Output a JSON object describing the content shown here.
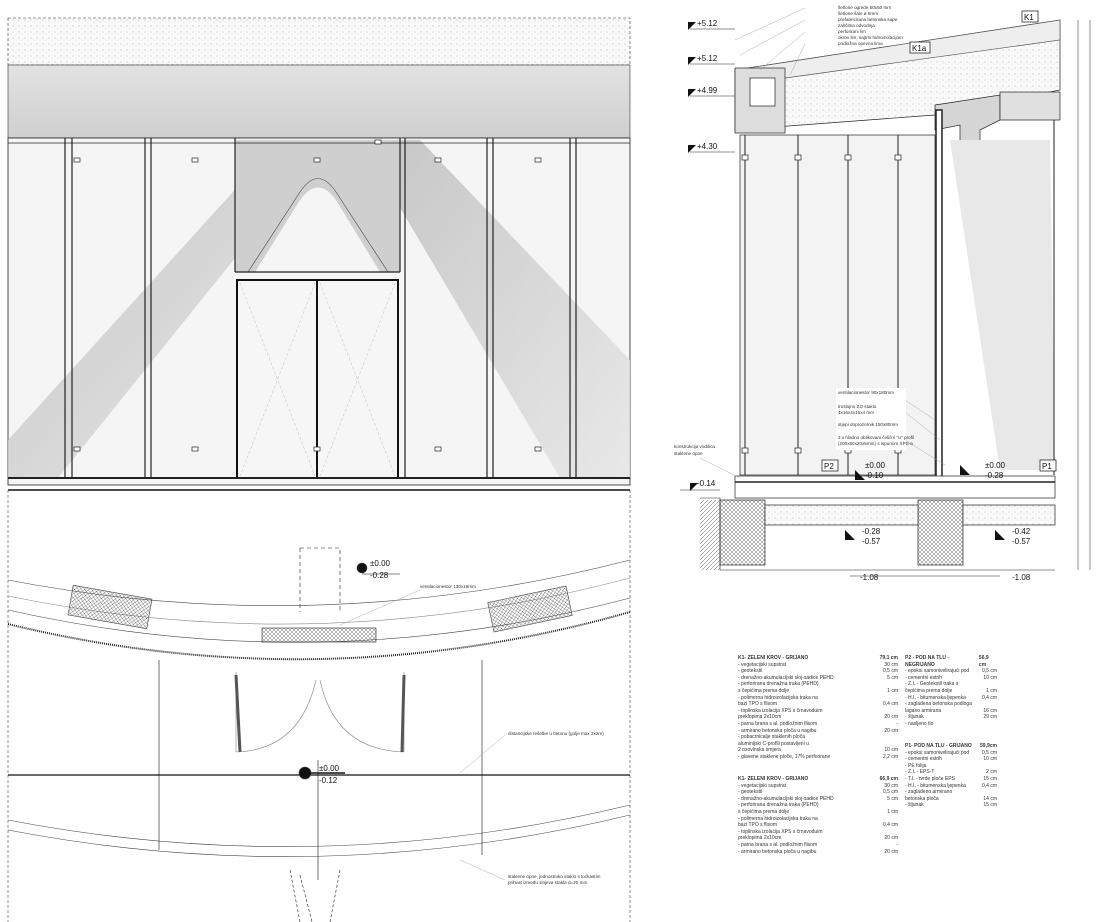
{
  "elevation": {
    "title": "facade elevation"
  },
  "section": {
    "levels": [
      "+5.12",
      "+5.12",
      "+4.99",
      "+4.30",
      "-0.14",
      "±0.00",
      "-0.10",
      "±0.00",
      "-0.28",
      "-0.28",
      "-0.57",
      "-0.42",
      "-0.57",
      "-1.08",
      "-1.08"
    ],
    "tags": [
      "K1",
      "K1a",
      "P2",
      "P1"
    ],
    "roof_notes": [
      "šetlone ogrede 50x50 mm",
      "šetlone šale ø 5mm",
      "prefabricirana betonska sape",
      "zaščitna odvodnja",
      "perforirani lim",
      "okrov lim, sajtrni hidroizolacijom",
      "podložna opevna lima"
    ],
    "wall_notes": [
      "ventilacionestor 90x180mm",
      "troslojno ZO staklo",
      "4x16x4x16x4 mm",
      "stjepi doprozornik 150x80mm",
      "2 x hladno oblikovani čelični \"U\" profil",
      "(200x80x20x5mm) s ispunom XPS-a",
      "konstrukcija vodilica",
      "staklene opne"
    ]
  },
  "plan": {
    "levels": [
      "±0.00",
      "-0.28",
      "±0.00",
      "-0.12"
    ],
    "notes": [
      "ventilacionestor 130x18mm",
      "distancijske rešetke u betonu (golje max 2x2m)",
      "staklene opne, jednostruko staklo s toćkastim",
      "prihvat između slojeva stakla d=20 mm"
    ]
  },
  "tables": [
    {
      "title": "K1- ZELENI KROV - GRIJANO",
      "total": "79,1 cm",
      "rows": [
        [
          "- vegetacijski supstrat",
          "30 cm"
        ],
        [
          "- geotekstil",
          "0,5 cm"
        ],
        [
          "- drenažno-akumulacijski sloj-sadice PEHD",
          "5 cm"
        ],
        [
          "- perforirana drenažna traka (PEHD)",
          ""
        ],
        [
          "  s čepićima prema dolje",
          "1 cm"
        ],
        [
          "- polimerna hidroizolacijska traka na",
          ""
        ],
        [
          "  bazi TPO s flisom",
          "0,4 cm"
        ],
        [
          "- toplinska izolacija XPS s črnavoduim",
          ""
        ],
        [
          "  preklopima 2x10cm",
          "20 cm"
        ],
        [
          "- parna brana s al. podložnim flisom",
          "-"
        ],
        [
          "- armirano betonska ploča u nagibu",
          "20 cm"
        ],
        [
          "- pobacrnicalje staklenih ploča",
          ""
        ],
        [
          "  aluminijski C-profili postavljeni u",
          ""
        ],
        [
          "  2 osovinska smjera",
          "10 cm"
        ],
        [
          "- glavene staklene ploče, 17% perforirane",
          "2,2 cm"
        ]
      ]
    },
    {
      "title": "K1- ZELENI KROV - GRIJANO",
      "total": "66,9 cm",
      "rows": [
        [
          "- vegetacijski supstrat",
          "30 cm"
        ],
        [
          "- geotekstil",
          "0,5 cm"
        ],
        [
          "- drenažno-akumulacijski sloj-sadice PEHD",
          "5 cm"
        ],
        [
          "- perforirana drenažna traka (PEHD)",
          ""
        ],
        [
          "  s čepićima prema dolje",
          "1 cm"
        ],
        [
          "- polimerna hidroizolacijska traka na",
          ""
        ],
        [
          "  bazi TPO s flisom",
          "0,4 cm"
        ],
        [
          "- toplinska izolacija XPS s črnavoduim",
          ""
        ],
        [
          "  preklopima 2x10cm",
          "20 cm"
        ],
        [
          "- parna brana s al. podložnim flisom",
          "-"
        ],
        [
          "- armirano betonska ploča u nagibu",
          "20 cm"
        ]
      ]
    },
    {
      "title": "P2 - POD NA TLU - NEGRIJANO",
      "total": "56,9 cm",
      "rows": [
        [
          "- epoksi samonivelirajući pod",
          "0,5 cm"
        ],
        [
          "- cementni estrih",
          "10 cm"
        ],
        [
          "- Z.I. - Geotekstil traka s",
          ""
        ],
        [
          "  čepićima prema dolje",
          "1 cm"
        ],
        [
          "- H.I. - bitumenska ljepenka",
          "0,4 cm"
        ],
        [
          "- zaglađena betonska podloga",
          ""
        ],
        [
          "  lagano armirana",
          "16 cm"
        ],
        [
          "- šljunak",
          "29 cm"
        ],
        [
          "- nasljeno tlo",
          ""
        ]
      ]
    },
    {
      "title": "P1- POD NA TLU - GRIJANO",
      "total": "59,9cm",
      "rows": [
        [
          "- epoksi samonivelirajući pod",
          "0,5 cm"
        ],
        [
          "- cementni estrih",
          "10 cm"
        ],
        [
          "- PE folija",
          ""
        ],
        [
          "- Z.I. - EPS-T",
          "2 cm"
        ],
        [
          "- T.I. - tvrde ploče EPS",
          "15 cm"
        ],
        [
          "- H.I. - bitumenska ljepenka",
          "0,4 cm"
        ],
        [
          "- zaglađeno armirano",
          ""
        ],
        [
          "  betonska ploča",
          "14 cm"
        ],
        [
          "- šljunak",
          "15 cm"
        ]
      ]
    }
  ],
  "colors": {
    "line": "#111111",
    "concrete": "#d9d9d9",
    "glass": "#f4f4f4"
  }
}
